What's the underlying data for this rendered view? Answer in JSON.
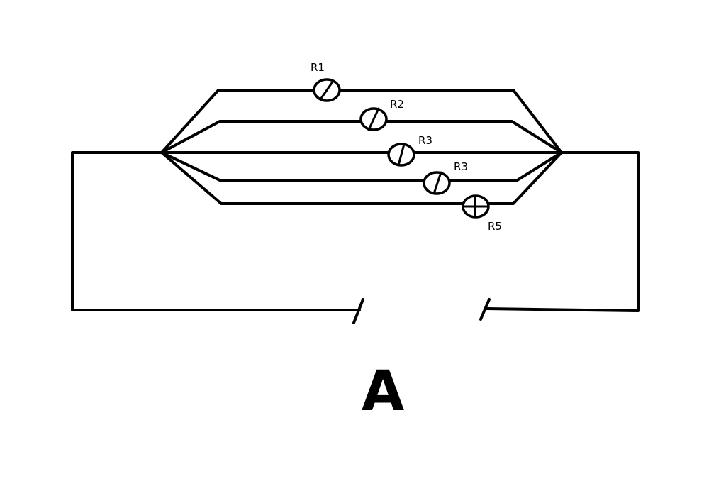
{
  "diagram": {
    "caption": "A",
    "bulbs": [
      {
        "label": "R1"
      },
      {
        "label": "R2"
      },
      {
        "label": "R3"
      },
      {
        "label": "R3"
      },
      {
        "label": "R5"
      }
    ]
  }
}
